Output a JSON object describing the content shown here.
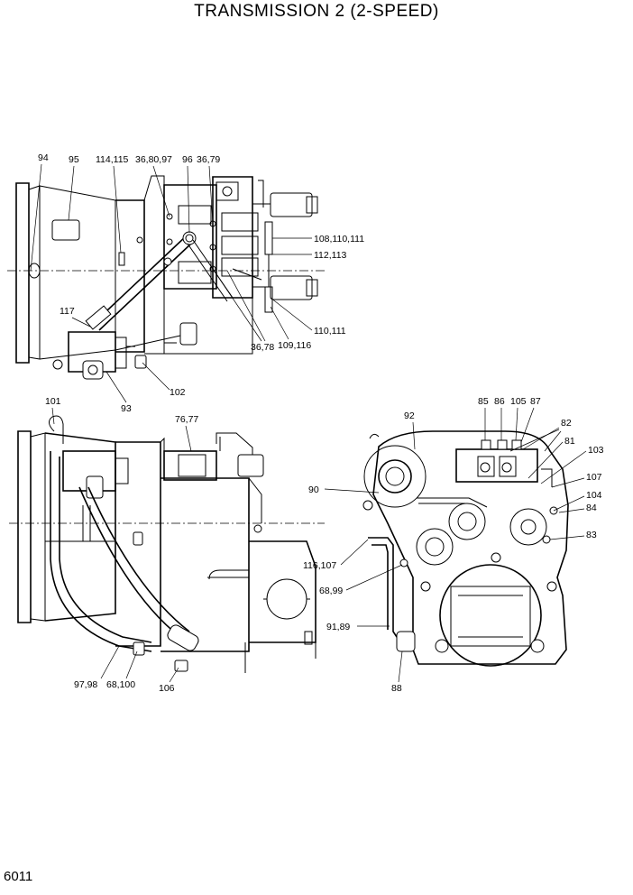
{
  "title": "TRANSMISSION 2 (2-SPEED)",
  "page_number": "6011",
  "callouts": {
    "c94": "94",
    "c95": "95",
    "c114_115": "114,115",
    "c36_80_97": "36,80,97",
    "c96": "96",
    "c36_79": "36,79",
    "c108_110_111": "108,110,111",
    "c112_113": "112,113",
    "c117": "117",
    "c110_111": "110,111",
    "c36_78": "36,78",
    "c109_116": "109,116",
    "c102": "102",
    "c93": "93",
    "c101": "101",
    "c76_77": "76,77",
    "c97_98": "97,98",
    "c68_100": "68,100",
    "c106": "106",
    "c92": "92",
    "c85": "85",
    "c86": "86",
    "c105": "105",
    "c87": "87",
    "c82": "82",
    "c81": "81",
    "c103": "103",
    "c90": "90",
    "c107": "107",
    "c104": "104",
    "c84": "84",
    "c83": "83",
    "c116_107": "116,107",
    "c68_99": "68,99",
    "c91_89": "91,89",
    "c88": "88"
  }
}
